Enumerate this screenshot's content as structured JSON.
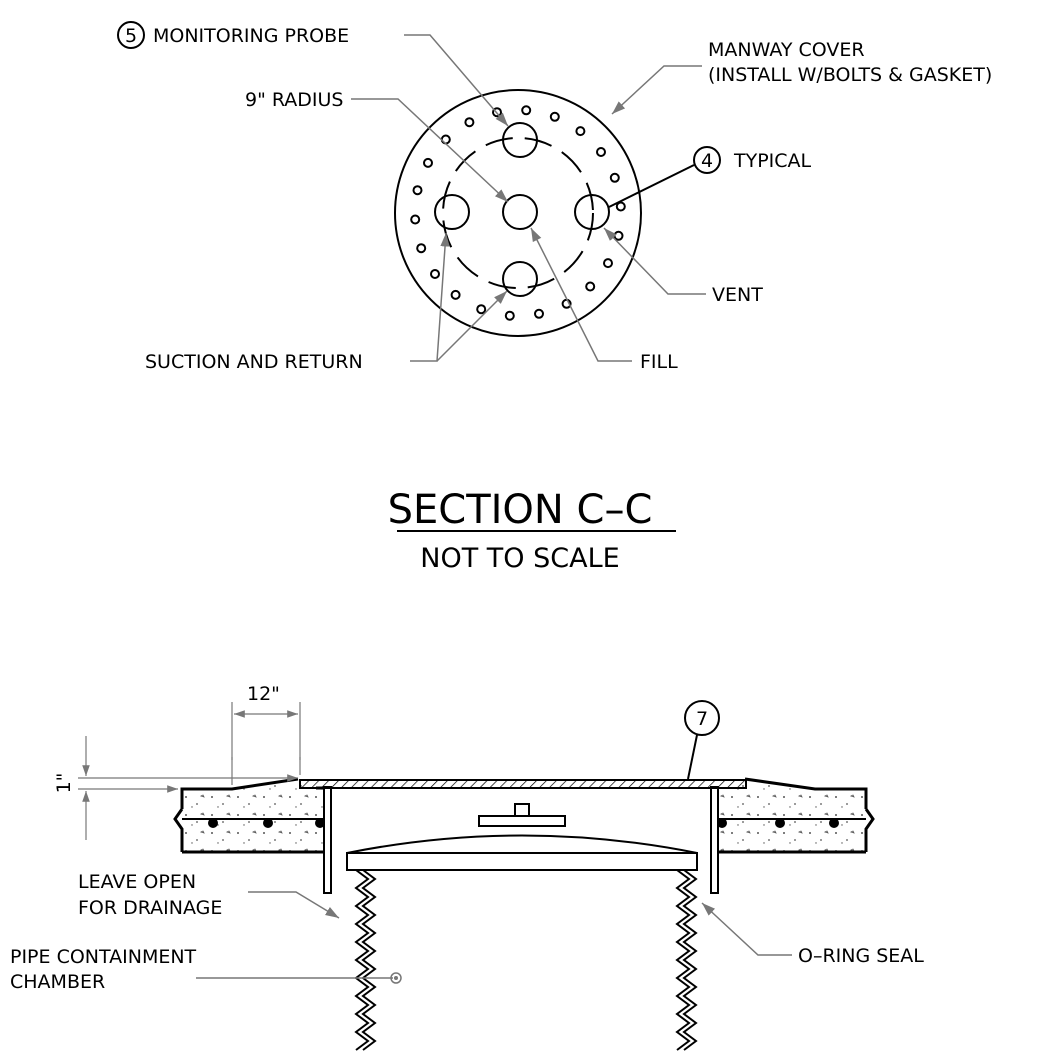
{
  "plan_view": {
    "callout_5": "5",
    "monitoring_probe": "MONITORING PROBE",
    "manway_cover_line1": "MANWAY COVER",
    "manway_cover_line2": "(INSTALL W/BOLTS & GASKET)",
    "radius": "9\" RADIUS",
    "callout_4": "4",
    "typical": "TYPICAL",
    "vent": "VENT",
    "suction_and_return": "SUCTION AND RETURN",
    "fill": "FILL"
  },
  "section": {
    "title": "SECTION C–C",
    "subtitle": "NOT TO SCALE"
  },
  "detail_view": {
    "dim_12": "12\"",
    "dim_1": "1\"",
    "callout_7": "7",
    "leave_open_line1": "LEAVE OPEN",
    "leave_open_line2": "FOR DRAINAGE",
    "pipe_containment_line1": "PIPE CONTAINMENT",
    "pipe_containment_line2": "CHAMBER",
    "o_ring_seal": "O–RING SEAL"
  }
}
